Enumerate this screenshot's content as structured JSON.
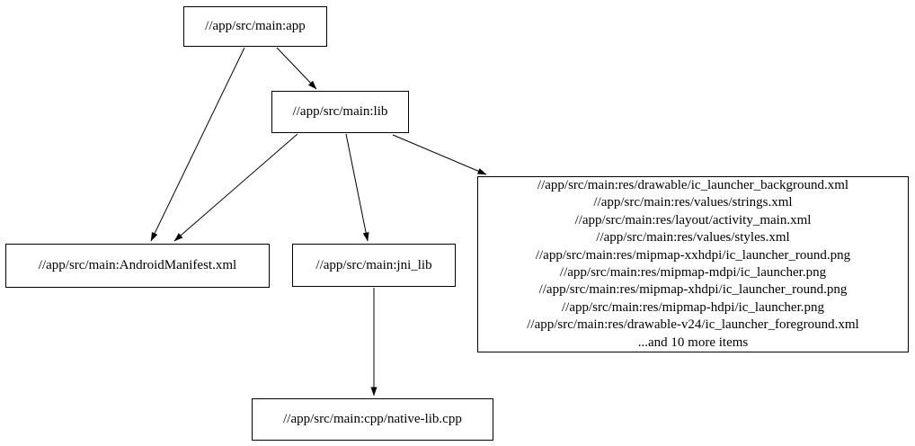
{
  "diagram": {
    "type": "dependency-graph",
    "colors": {
      "background": "#ffffff",
      "node_fill": "#ffffff",
      "node_border": "#000000",
      "edge": "#000000",
      "text": "#000000"
    },
    "nodes": {
      "app": {
        "label": "//app/src/main:app"
      },
      "lib": {
        "label": "//app/src/main:lib"
      },
      "manifest": {
        "label": "//app/src/main:AndroidManifest.xml"
      },
      "jni": {
        "label": "//app/src/main:jni_lib"
      },
      "res": {
        "lines": [
          "//app/src/main:res/drawable/ic_launcher_background.xml",
          "//app/src/main:res/values/strings.xml",
          "//app/src/main:res/layout/activity_main.xml",
          "//app/src/main:res/values/styles.xml",
          "//app/src/main:res/mipmap-xxhdpi/ic_launcher_round.png",
          "//app/src/main:res/mipmap-mdpi/ic_launcher.png",
          "//app/src/main:res/mipmap-xhdpi/ic_launcher_round.png",
          "//app/src/main:res/mipmap-hdpi/ic_launcher.png",
          "//app/src/main:res/drawable-v24/ic_launcher_foreground.xml",
          "...and 10 more items"
        ]
      },
      "cpp": {
        "label": "//app/src/main:cpp/native-lib.cpp"
      }
    },
    "edges": [
      {
        "from": "//app/src/main:app",
        "to": "//app/src/main:lib"
      },
      {
        "from": "//app/src/main:app",
        "to": "//app/src/main:AndroidManifest.xml"
      },
      {
        "from": "//app/src/main:lib",
        "to": "//app/src/main:AndroidManifest.xml"
      },
      {
        "from": "//app/src/main:lib",
        "to": "//app/src/main:jni_lib"
      },
      {
        "from": "//app/src/main:lib",
        "to": "res-file-group"
      },
      {
        "from": "//app/src/main:jni_lib",
        "to": "//app/src/main:cpp/native-lib.cpp"
      }
    ]
  }
}
